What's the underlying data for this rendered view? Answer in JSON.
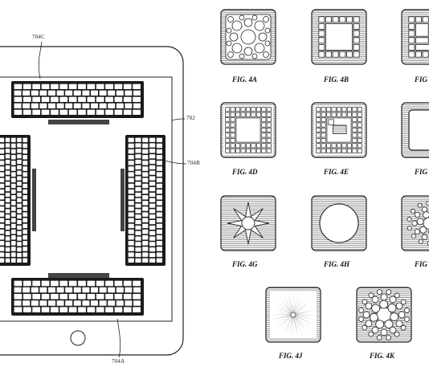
{
  "refs": {
    "top_keyboard": "704C",
    "device": "702",
    "right_keyboard": "704B",
    "bottom_keyboard": "704A"
  },
  "figures": [
    {
      "id": "4a",
      "label": "FIG. 4A",
      "pattern": "circles"
    },
    {
      "id": "4b",
      "label": "FIG. 4B",
      "pattern": "grid-tiles"
    },
    {
      "id": "4c",
      "label": "FIG",
      "pattern": "grid-tiles-irregular"
    },
    {
      "id": "4d",
      "label": "FIG. 4D",
      "pattern": "border-grid"
    },
    {
      "id": "4e",
      "label": "FIG. 4E",
      "pattern": "border-grid-shaded"
    },
    {
      "id": "4f",
      "label": "FIG",
      "pattern": "rounded-frame"
    },
    {
      "id": "4g",
      "label": "FIG. 4G",
      "pattern": "star-burst"
    },
    {
      "id": "4h",
      "label": "FIG. 4H",
      "pattern": "single-circle"
    },
    {
      "id": "4i",
      "label": "FIG",
      "pattern": "circle-ring"
    },
    {
      "id": "4j",
      "label": "FIG. 4J",
      "pattern": "radial-rays"
    },
    {
      "id": "4k",
      "label": "FIG. 4K",
      "pattern": "circle-ring-large"
    }
  ]
}
